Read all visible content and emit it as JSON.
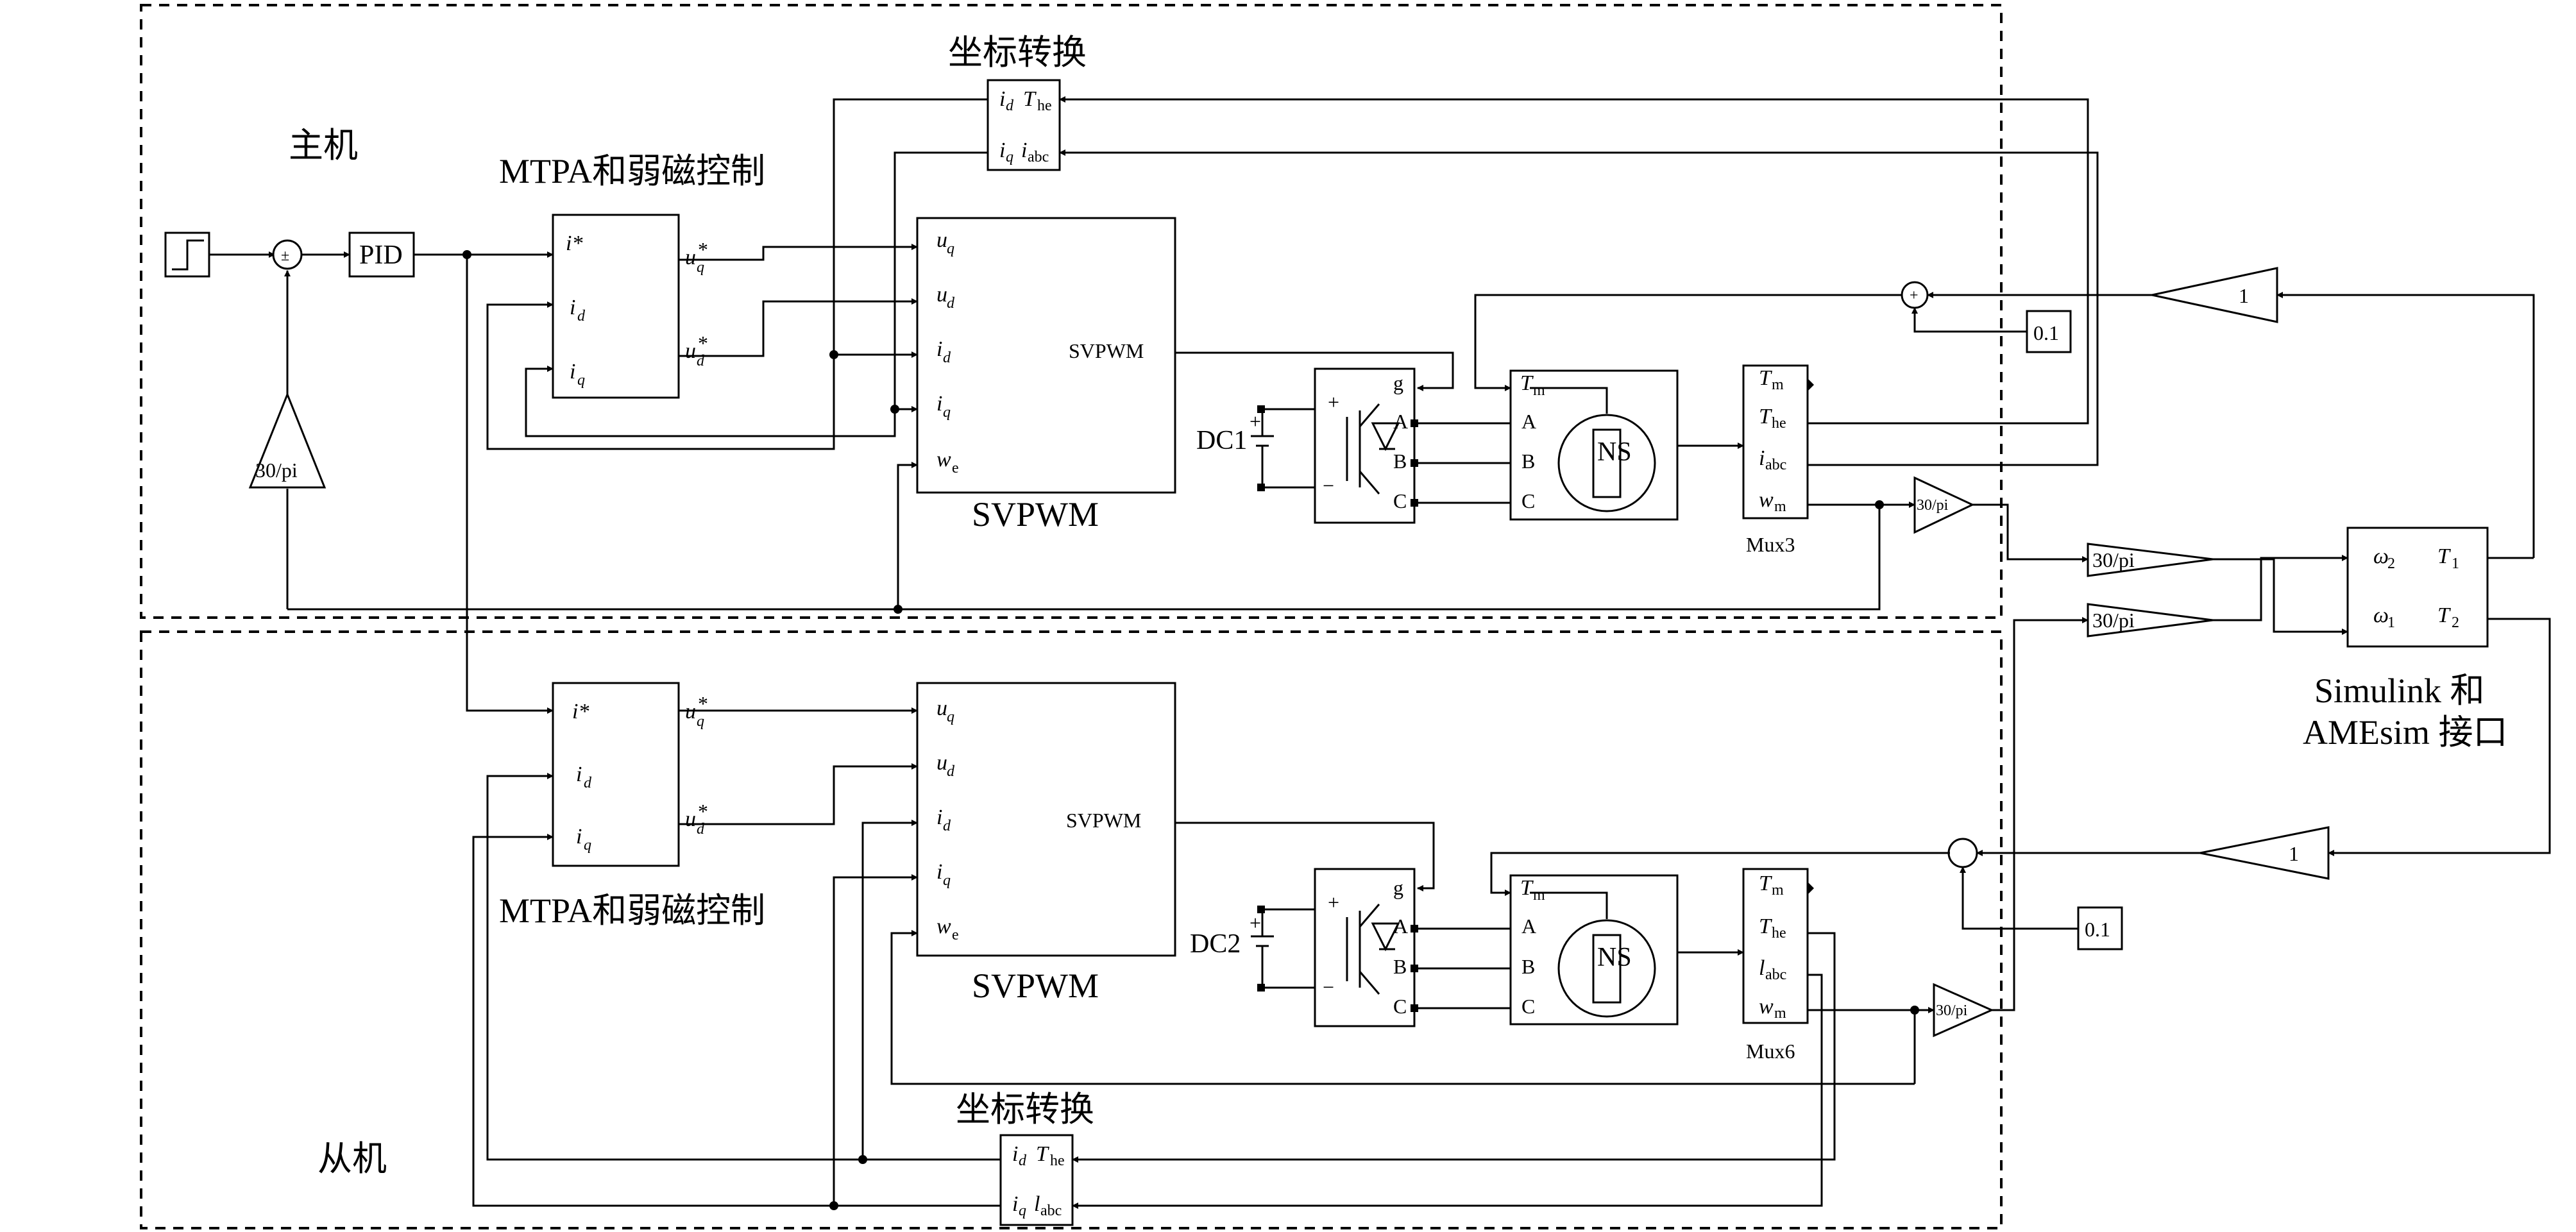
{
  "regions": {
    "master": "主机",
    "slave": "从机"
  },
  "master": {
    "coord_title": "坐标转换",
    "coord_ports": {
      "in1": "i",
      "in1_sub": "d",
      "in2": "i",
      "in2_sub": "q",
      "out1": "T",
      "out1_sub": "he",
      "out2": "i",
      "out2_sub": "abc"
    },
    "mtpa_title": "MTPA和弱磁控制",
    "mtpa_in": [
      "i*",
      "i",
      "i"
    ],
    "mtpa_in_subs": [
      "",
      "d",
      "q"
    ],
    "mtpa_out": [
      "u",
      "u"
    ],
    "mtpa_out_subs": [
      "q",
      "d"
    ],
    "mtpa_out_sups": [
      "*",
      "*"
    ],
    "svpwm_in": [
      "u",
      "u",
      "i",
      "i",
      "w"
    ],
    "svpwm_in_subs": [
      "q",
      "d",
      "d",
      "q",
      "e"
    ],
    "svpwm_out": "SVPWM",
    "svpwm_title": "SVPWM",
    "pid": "PID",
    "gain_feedback": "30/pi",
    "sum_sign": "±",
    "dc": "DC1",
    "inverter_ports": [
      "g",
      "A",
      "B",
      "C"
    ],
    "motor_ports": [
      "T",
      "A",
      "B",
      "C"
    ],
    "motor_port_sub": "m",
    "motor_label": "NS",
    "mux_ports": [
      "T",
      "T",
      "i",
      "w"
    ],
    "mux_subs": [
      "m",
      "he",
      "abc",
      "m"
    ],
    "mux_label": "Mux3",
    "const": "0.1",
    "gain_speed": "30/pi",
    "gain_one": "1"
  },
  "slave": {
    "coord_title": "坐标转换",
    "coord_ports": {
      "in1": "i",
      "in1_sub": "d",
      "in2": "i",
      "in2_sub": "q",
      "out1": "T",
      "out1_sub": "he",
      "out2": "l",
      "out2_sub": "abc"
    },
    "mtpa_title": "MTPA和弱磁控制",
    "mtpa_in": [
      "i*",
      "i",
      "i"
    ],
    "mtpa_in_subs": [
      "",
      "d",
      "q"
    ],
    "mtpa_out": [
      "u",
      "u"
    ],
    "mtpa_out_subs": [
      "q",
      "d"
    ],
    "mtpa_out_sups": [
      "*",
      "*"
    ],
    "svpwm_in": [
      "u",
      "u",
      "i",
      "i",
      "w"
    ],
    "svpwm_in_subs": [
      "q",
      "d",
      "d",
      "q",
      "e"
    ],
    "svpwm_out": "SVPWM",
    "svpwm_title": "SVPWM",
    "dc": "DC2",
    "inverter_ports": [
      "g",
      "A",
      "B",
      "C"
    ],
    "motor_ports": [
      "T",
      "A",
      "B",
      "C"
    ],
    "motor_port_sub": "m",
    "motor_label": "NS",
    "mux_ports": [
      "T",
      "T",
      "l",
      "w"
    ],
    "mux_subs": [
      "m",
      "he",
      "abc",
      "m"
    ],
    "mux_label": "Mux6",
    "const": "0.1",
    "gain_speed": "30/pi",
    "gain_one": "1"
  },
  "interface": {
    "gain1": "30/pi",
    "gain2": "30/pi",
    "in_ports": [
      "ω",
      "ω"
    ],
    "in_subs": [
      "2",
      "1"
    ],
    "out_ports": [
      "T",
      "T"
    ],
    "out_subs": [
      "1",
      "2"
    ],
    "title_line1": "Simulink 和",
    "title_line2": "AMEsim 接口"
  },
  "dc_signs": [
    "+",
    "−"
  ]
}
